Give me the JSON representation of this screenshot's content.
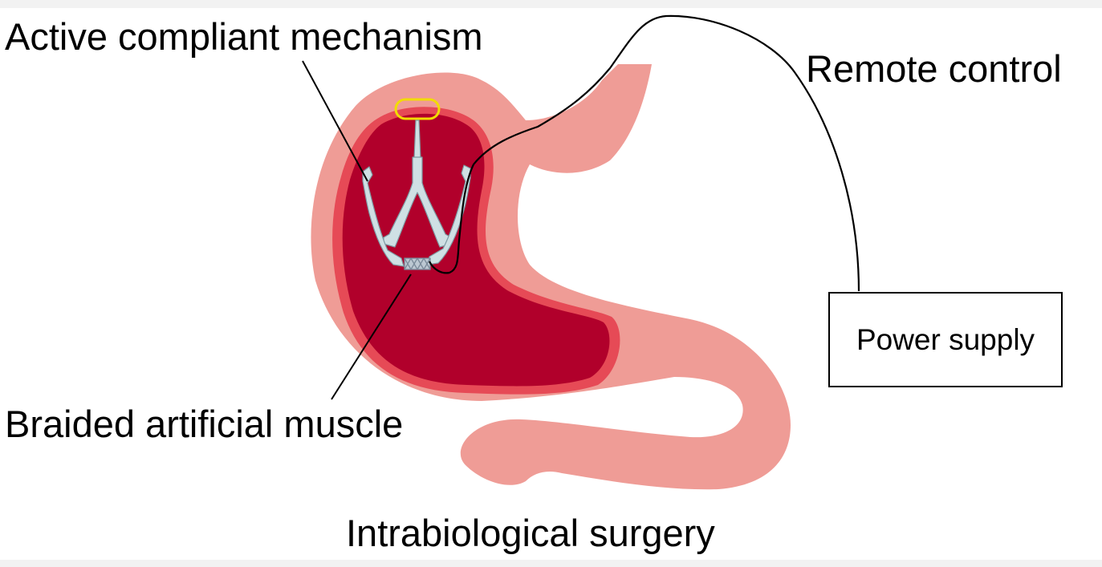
{
  "labels": {
    "active_mechanism": "Active compliant mechanism",
    "remote_control": "Remote control",
    "braided_muscle": "Braided artificial muscle",
    "surgery": "Intrabiological surgery",
    "power_supply": "Power supply"
  },
  "colors": {
    "background": "#f2f2f2",
    "canvas": "#ffffff",
    "stomach_outer": "#ef9c96",
    "stomach_rim": "#e64a56",
    "stomach_inner": "#b1002b",
    "mechanism": "#cfe0e4",
    "mechanism_outline": "#7f9aa3",
    "gripper_ring": "#f2dc00",
    "wire": "#000000"
  }
}
